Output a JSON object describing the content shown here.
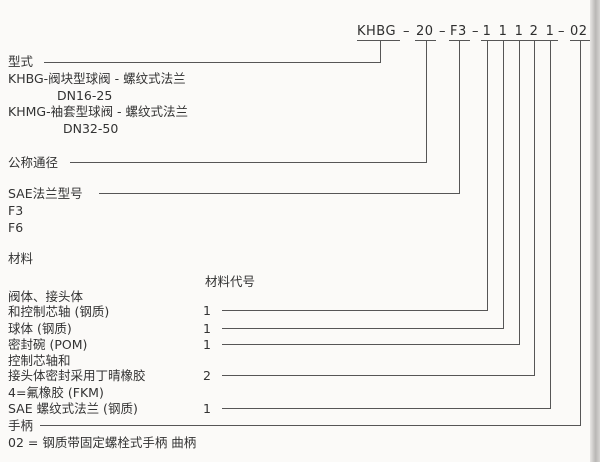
{
  "code": {
    "series": "KHBG",
    "sep": "–",
    "bore": "20",
    "flange": "F3",
    "digits": [
      "1",
      "1",
      "1",
      "2",
      "1"
    ],
    "handle": "02"
  },
  "type_section": {
    "label": "型式",
    "line1": "KHBG-阀块型球阀 - 螺纹式法兰",
    "line2": "DN16-25",
    "line3": "KHMG-袖套型球阀 - 螺纹式法兰",
    "line4": "DN32-50"
  },
  "bore_section": {
    "label": "公称通径"
  },
  "flange_section": {
    "label": "SAE法兰型号",
    "option1": "F3",
    "option2": "F6"
  },
  "material_section": {
    "label": "材料",
    "code_header": "材料代号",
    "rows": [
      {
        "name": "阀体、接头体",
        "code": ""
      },
      {
        "name": "和控制芯轴 (钢质)",
        "code": "1"
      },
      {
        "name": "球体 (钢质)",
        "code": "1"
      },
      {
        "name": "密封碗 (POM)",
        "code": "1"
      },
      {
        "name": "控制芯轴和",
        "code": ""
      },
      {
        "name": "接头体密封采用丁晴橡胶",
        "code": "2"
      },
      {
        "name": "4=氟橡胶 (FKM)",
        "code": ""
      },
      {
        "name": "SAE 螺纹式法兰 (钢质)",
        "code": "1"
      }
    ]
  },
  "handle_section": {
    "label": "手柄",
    "description": "02 = 钢质带固定螺栓式手柄 曲柄"
  },
  "colors": {
    "line": "#565656",
    "text": "#333333",
    "background": "#fbfaf8"
  }
}
